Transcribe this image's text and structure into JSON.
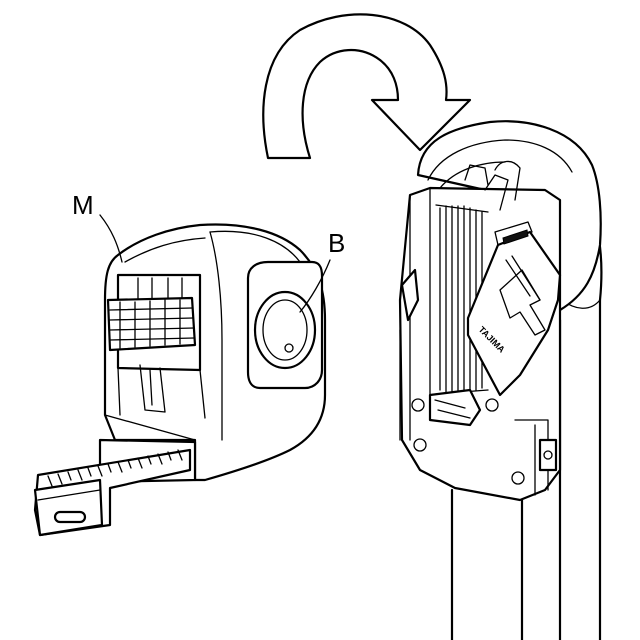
{
  "labels": {
    "m": "M",
    "b": "B"
  },
  "holder_text": "TAJIMA"
}
